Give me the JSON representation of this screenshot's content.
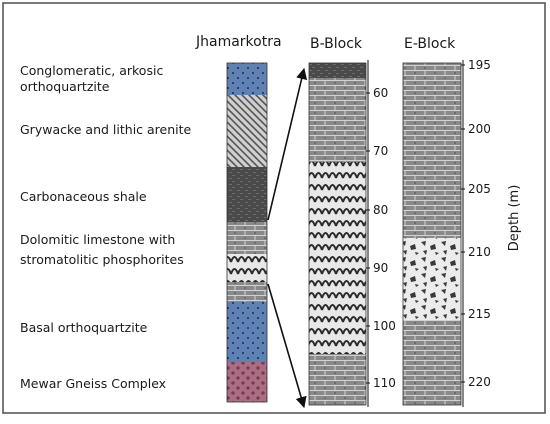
{
  "titles": {
    "jhamarkotra": "Jhamarkotra",
    "b_block": "B-Block",
    "e_block": "E-Block"
  },
  "legend": [
    {
      "lines": [
        "Conglomeratic, arkosic",
        "orthoquartzite"
      ]
    },
    {
      "lines": [
        "Grywacke and lithic arenite"
      ]
    },
    {
      "lines": [
        "Carbonaceous shale"
      ]
    },
    {
      "lines": [
        "Dolomitic limestone with",
        "stromatolitic phosphorites"
      ]
    },
    {
      "lines": [
        "Basal orthoquartzite"
      ]
    },
    {
      "lines": [
        "Mewar Gneiss Complex"
      ]
    }
  ],
  "b_block_ticks": [
    "60",
    "70",
    "80",
    "90",
    "100",
    "110"
  ],
  "e_block_ticks": [
    "195",
    "200",
    "205",
    "210",
    "215",
    "220"
  ],
  "axis_title": "Depth (m)",
  "colors": {
    "conglomerate_blue": "#5e82b5",
    "shale_dark": "#4a4a4a",
    "limestone_gray": "#8c8c8c",
    "gneiss_pink": "#b06b84",
    "border": "#4d4d4d"
  }
}
